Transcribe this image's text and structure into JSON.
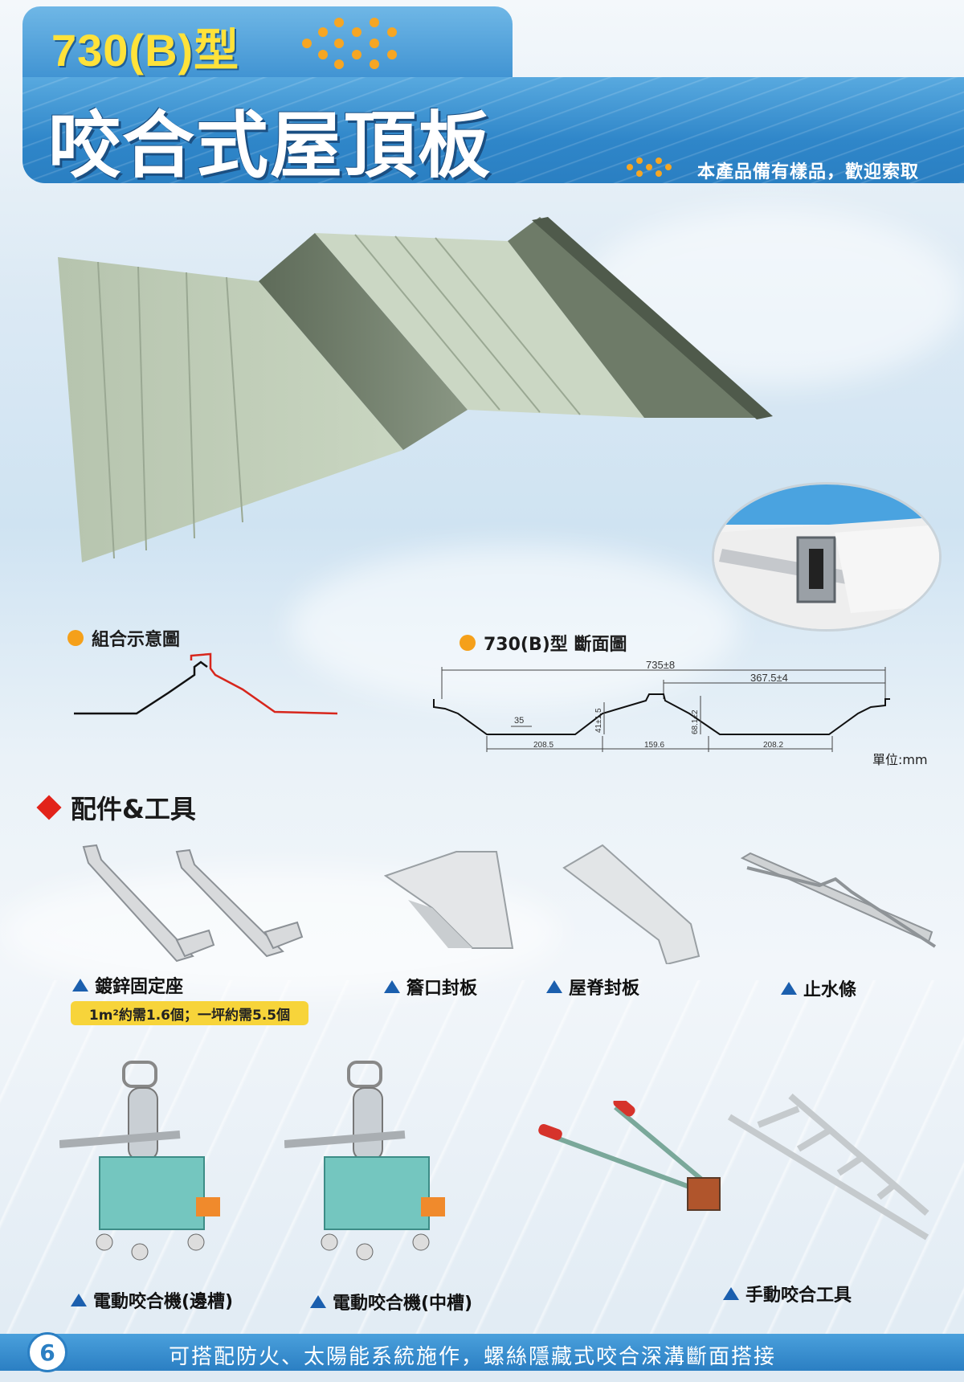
{
  "header": {
    "model": "730(B)型",
    "title": "咬合式屋頂板",
    "sample_note": "本產品備有樣品，歡迎索取"
  },
  "diagrams": {
    "assembly_label": "組合示意圖",
    "section_label": "730(B)型 斷面圖",
    "unit": "單位:mm",
    "dims": {
      "total_width": "735±8",
      "half_width": "367.5±4",
      "d35": "35",
      "d41": "41±1.5",
      "d68": "68.1±2",
      "w208a": "208.5",
      "w159": "159.6",
      "w208b": "208.2"
    }
  },
  "accessories": {
    "title": "配件&工具",
    "items": [
      {
        "label": "鍍鋅固定座"
      },
      {
        "label": "簷口封板"
      },
      {
        "label": "屋脊封板"
      },
      {
        "label": "止水條"
      }
    ],
    "note": "1m²約需1.6個；一坪約需5.5個",
    "tools": [
      {
        "label": "電動咬合機(邊槽)"
      },
      {
        "label": "電動咬合機(中槽)"
      },
      {
        "label": "手動咬合工具"
      }
    ]
  },
  "footer": {
    "page_number": "6",
    "text": "可搭配防火、太陽能系統施作，螺絲隱藏式咬合深溝斷面搭接"
  },
  "colors": {
    "banner_blue": "#2f86c9",
    "title_yellow": "#ffe23a",
    "accent_orange": "#f5a01a",
    "accent_red": "#e2231a",
    "panel_green": "#a9b9a0"
  }
}
